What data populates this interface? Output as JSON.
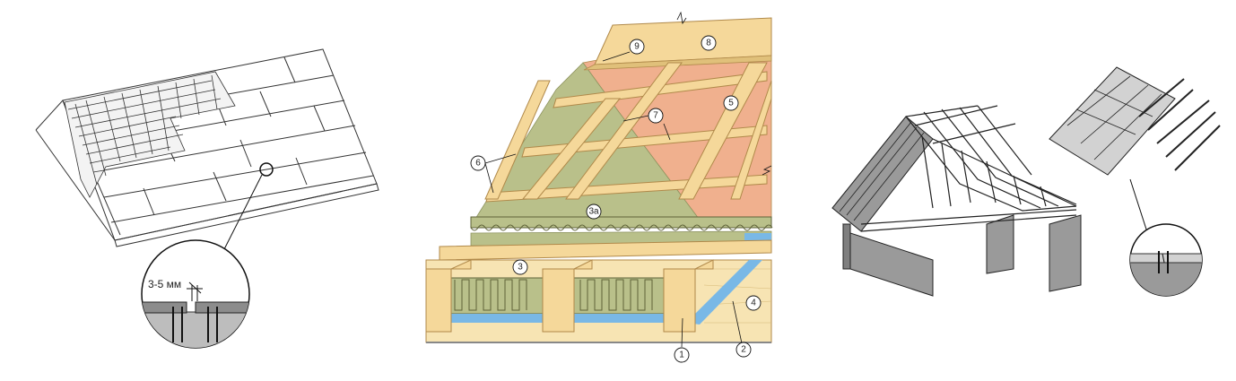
{
  "detail_gap": {
    "text": "3-5 мм"
  },
  "callouts": {
    "c1": "1",
    "c2": "2",
    "c3": "3",
    "c3a": "3а",
    "c4": "4",
    "c5": "5",
    "c6": "6",
    "c7": "7",
    "c8": "8",
    "c9": "9"
  },
  "colors": {
    "wood": "#f5d89a",
    "wood_edge": "#b0894a",
    "insulation": "#b9c08a",
    "membrane": "#f0b08e",
    "vapor_barrier": "#79b8e6",
    "deck": "#f7e4b3",
    "shingle": "#8c8c8c",
    "detail_gray": "#bdbdbd"
  },
  "icons": {
    "roof_left": "shingle-roof-icon",
    "roof_right": "truss-frame-icon"
  }
}
